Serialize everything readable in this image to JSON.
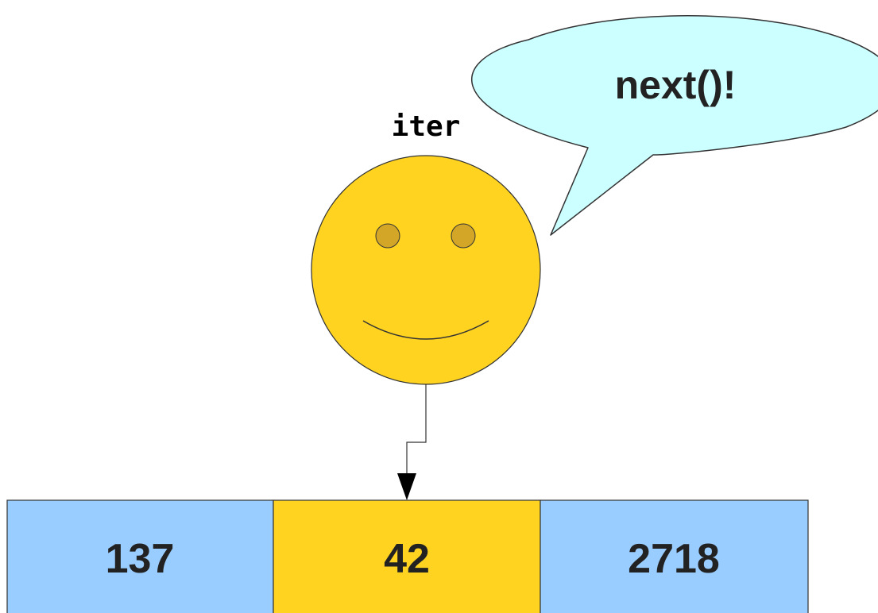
{
  "iterator": {
    "name": "iter",
    "speech": "next()!",
    "face_color": "#ffd320",
    "eye_color": "#d4a628",
    "bubble_color": "#ccffff"
  },
  "array": {
    "cells": [
      {
        "value": "137",
        "color": "#99ccff",
        "current": false
      },
      {
        "value": "42",
        "color": "#ffd320",
        "current": true
      },
      {
        "value": "2718",
        "color": "#99ccff",
        "current": false
      }
    ]
  }
}
